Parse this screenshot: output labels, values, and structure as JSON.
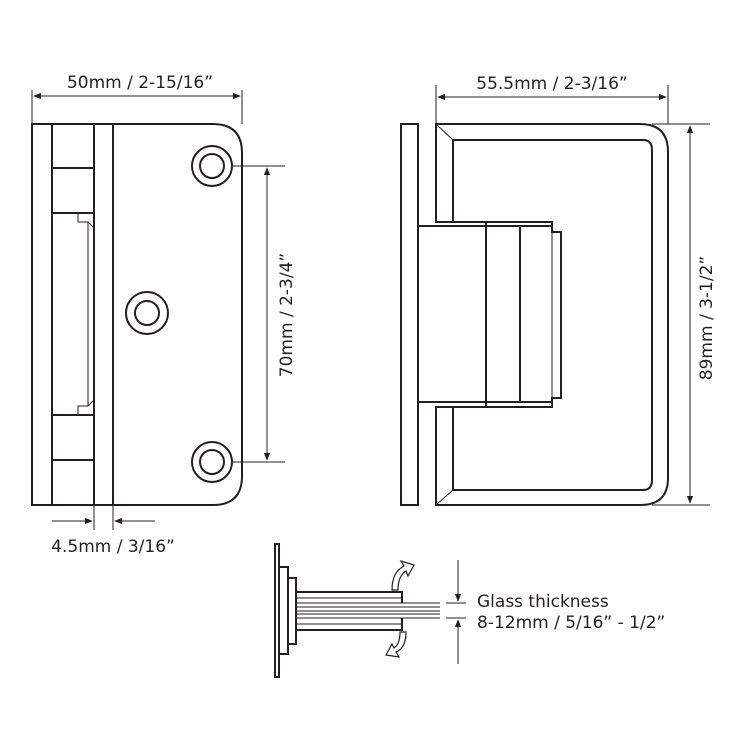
{
  "dimensions": {
    "width_left": "50mm / 2-15/16”",
    "width_right": "55.5mm / 2-3/16”",
    "hole_spacing": "70mm / 2-3/4”",
    "height": "89mm / 3-1/2”",
    "plate_thickness": "4.5mm / 3/16”"
  },
  "glass": {
    "line1": "Glass thickness",
    "line2": "8-12mm / 5/16” - 1/2”"
  },
  "colors": {
    "stroke": "#231f20",
    "background": "#ffffff"
  }
}
